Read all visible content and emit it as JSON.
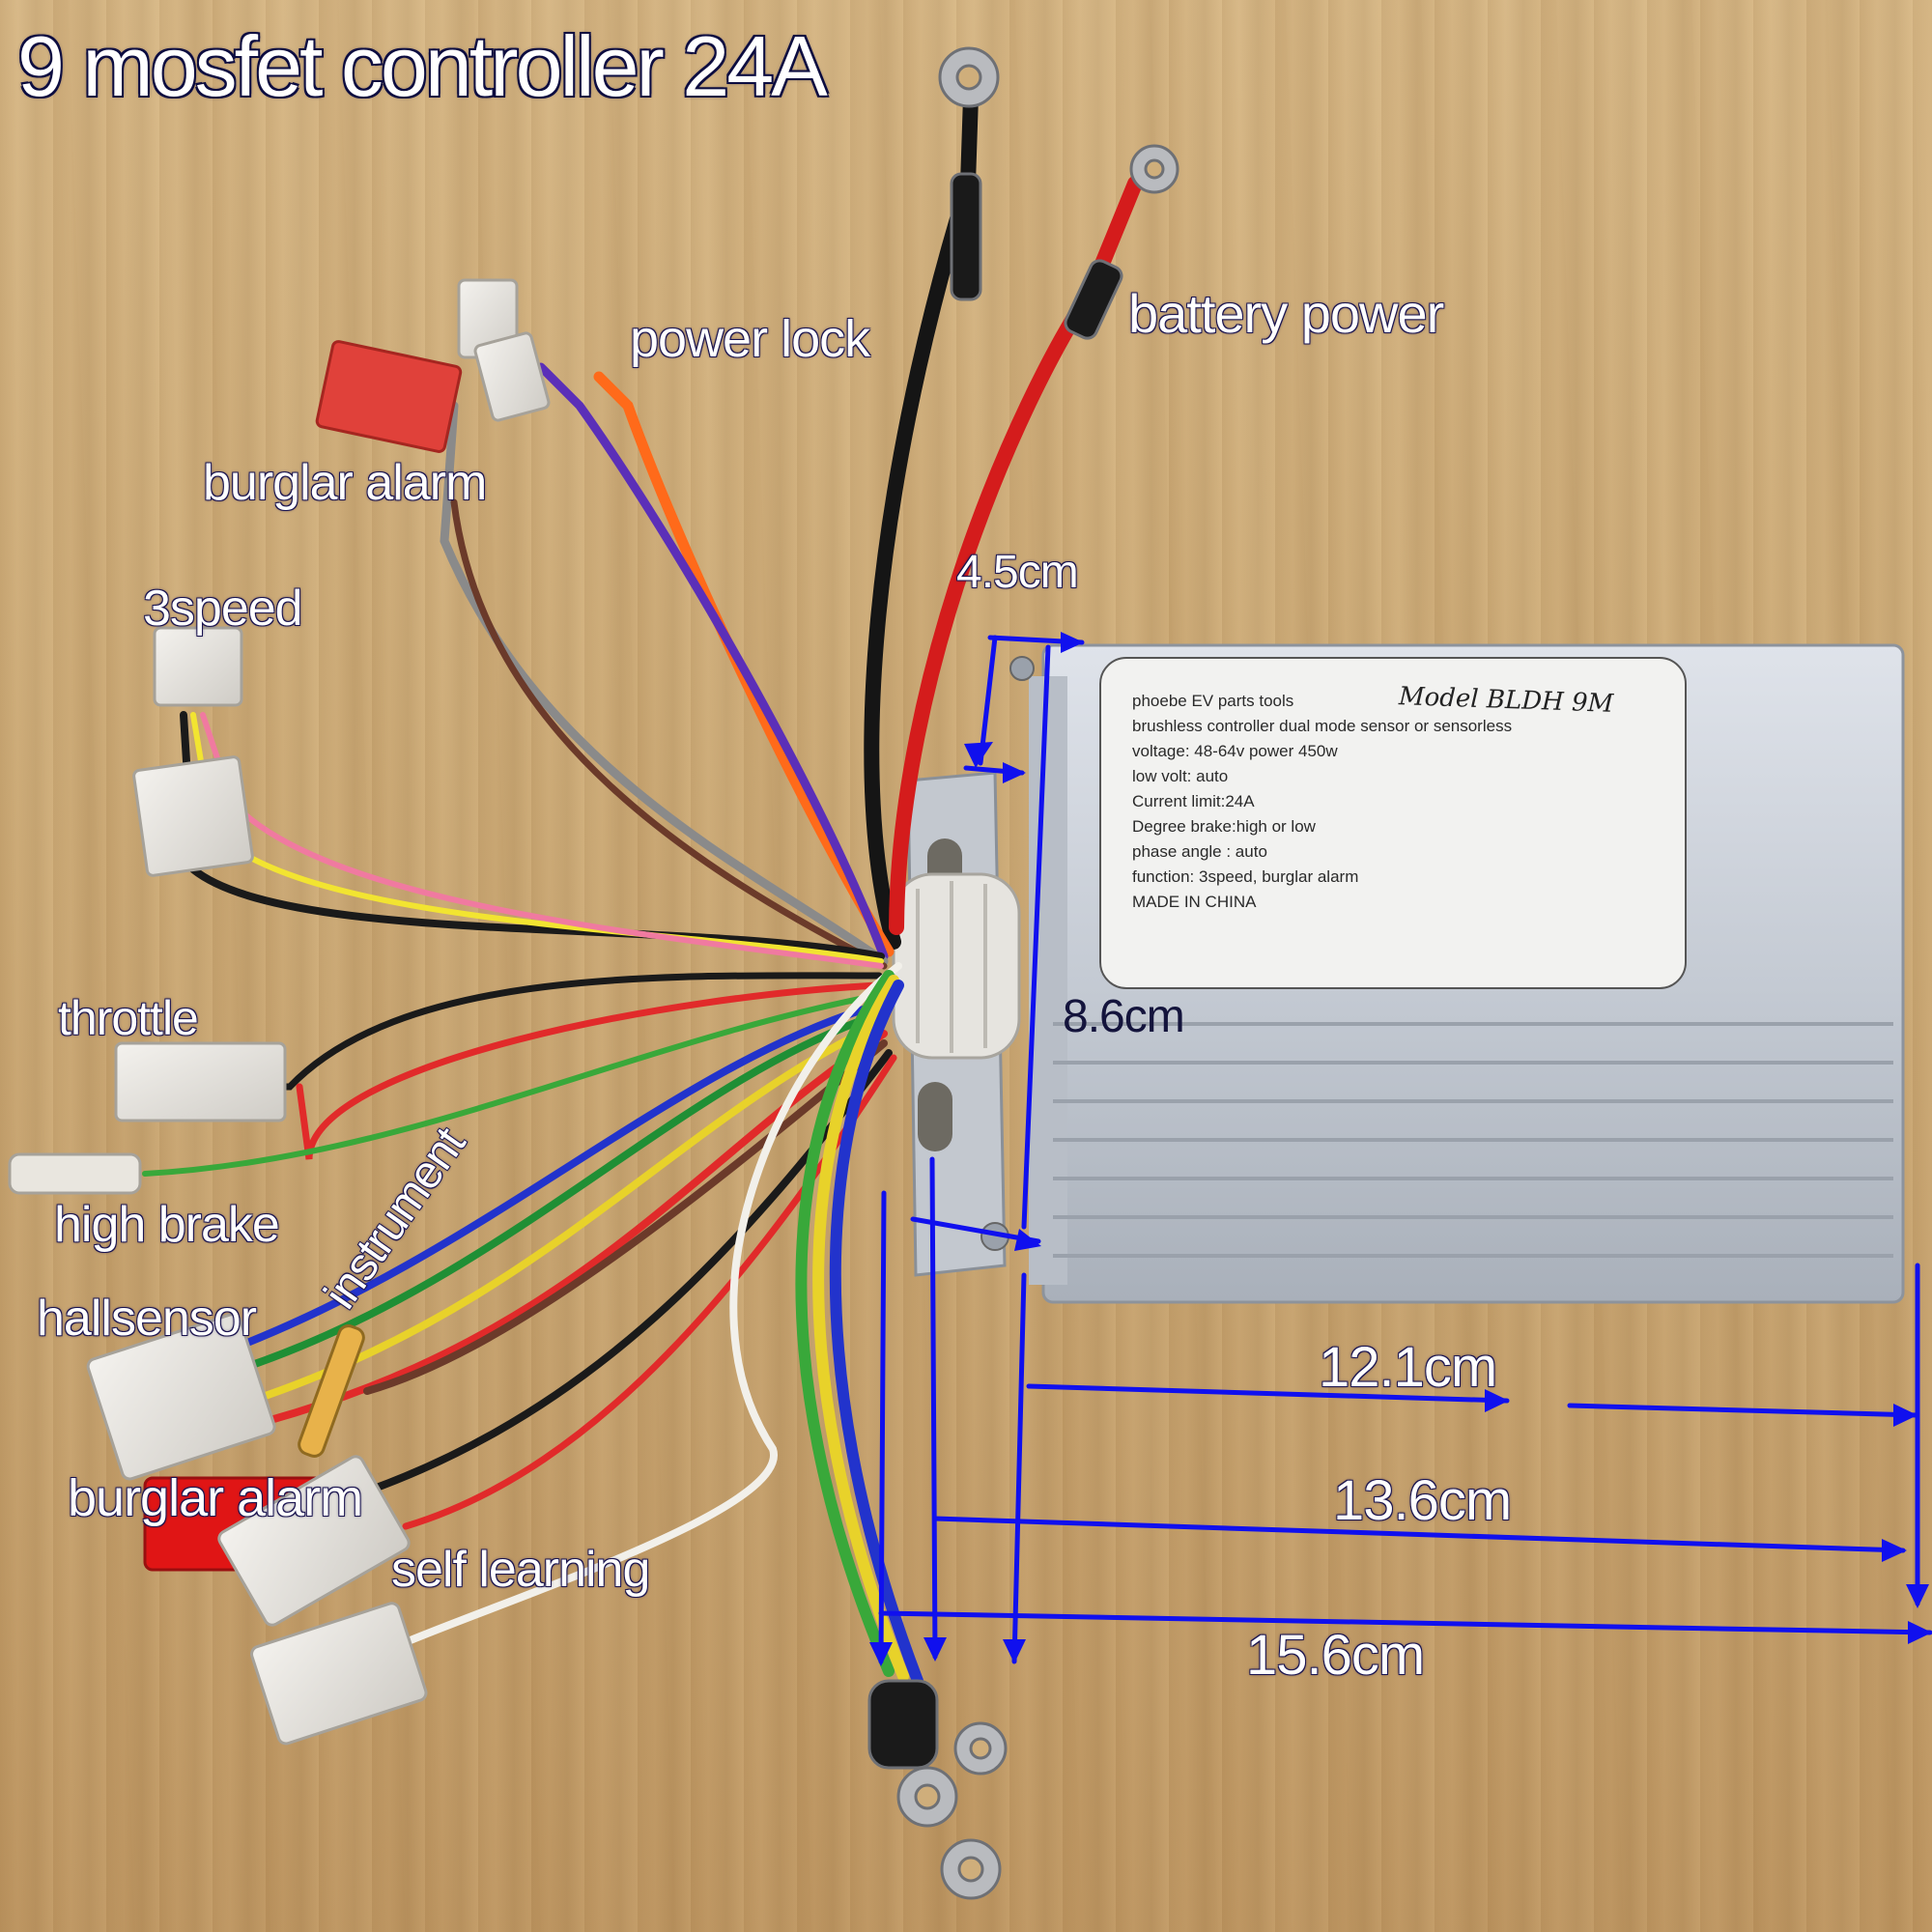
{
  "title": "9 mosfet controller 24A",
  "labels": {
    "power_lock": "power lock",
    "battery_power": "battery power",
    "burglar_alarm_top": "burglar alarm",
    "three_speed": "3speed",
    "throttle": "throttle",
    "high_brake": "high brake",
    "hallsensor": "hallsensor",
    "instrument": "instrument",
    "burglar_alarm_bottom": "burglar alarm",
    "self_learning": "self learning"
  },
  "dimensions": {
    "height": "4.5cm",
    "width": "8.6cm",
    "length_body": "12.1cm",
    "length_with_bracket": "13.6cm",
    "length_total": "15.6cm"
  },
  "sticker": {
    "line1": "phoebe EV parts tools",
    "line2": "brushless controller dual mode sensor or sensorless",
    "line3": "voltage: 48-64v  power 450w",
    "line4": "low volt: auto",
    "line5": "Current limit:24A",
    "line6": "Degree brake:high or low",
    "line7": "phase angle : auto",
    "line8": "function: 3speed, burglar alarm",
    "line9": "MADE IN CHINA",
    "handwritten_model": "Model BLDH 9M"
  },
  "colors": {
    "annotation": "#1010ee",
    "dim_text_dark": "#14143c",
    "wood": "#cfae7b",
    "housing": "#c9ced6"
  }
}
